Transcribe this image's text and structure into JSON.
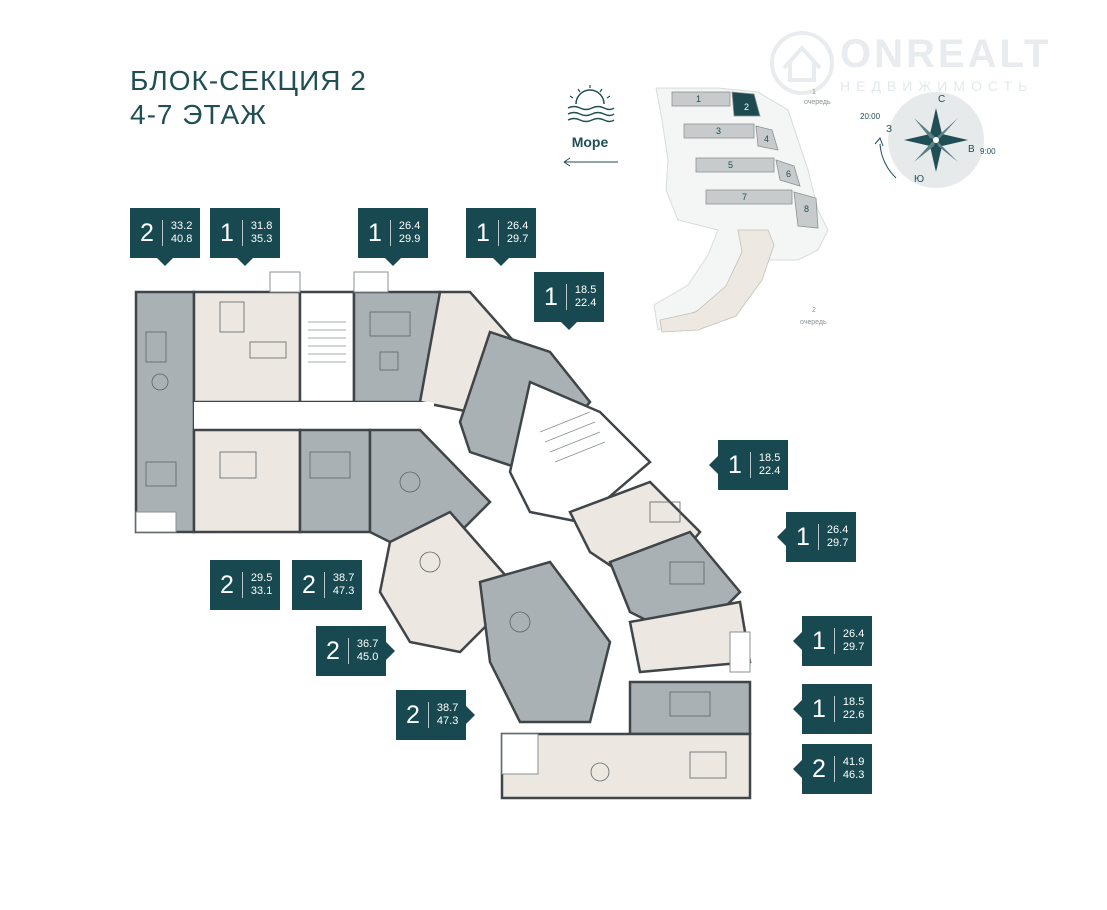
{
  "title_lines": [
    "БЛОК-СЕКЦИЯ 2",
    "4-7 ЭТАЖ"
  ],
  "watermark": {
    "brand": "ONREALT",
    "tagline": "НЕДВИЖИМОСТЬ"
  },
  "sea": {
    "label": "Море",
    "arrow": "←"
  },
  "site_plan": {
    "sections": [
      "1",
      "2",
      "3",
      "4",
      "5",
      "6",
      "7",
      "8"
    ],
    "highlighted_section": "2",
    "queue_1": "1 очередь",
    "queue_1_num": "1",
    "queue_1_word": "очередь",
    "queue_2_num": "2",
    "queue_2_word": "очередь"
  },
  "compass": {
    "north": "С",
    "south": "Ю",
    "west": "З",
    "east": "В",
    "sunset_time": "20:00",
    "sunrise_time": "9:00"
  },
  "apartments": [
    {
      "rooms": "2",
      "living": "33.2",
      "total": "40.8"
    },
    {
      "rooms": "1",
      "living": "31.8",
      "total": "35.3"
    },
    {
      "rooms": "1",
      "living": "26.4",
      "total": "29.9"
    },
    {
      "rooms": "1",
      "living": "26.4",
      "total": "29.7"
    },
    {
      "rooms": "1",
      "living": "18.5",
      "total": "22.4"
    },
    {
      "rooms": "1",
      "living": "18.5",
      "total": "22.4"
    },
    {
      "rooms": "1",
      "living": "26.4",
      "total": "29.7"
    },
    {
      "rooms": "1",
      "living": "26.4",
      "total": "29.7"
    },
    {
      "rooms": "1",
      "living": "18.5",
      "total": "22.6"
    },
    {
      "rooms": "2",
      "living": "41.9",
      "total": "46.3"
    },
    {
      "rooms": "2",
      "living": "29.5",
      "total": "33.1"
    },
    {
      "rooms": "2",
      "living": "38.7",
      "total": "47.3"
    },
    {
      "rooms": "2",
      "living": "36.7",
      "total": "45.0"
    },
    {
      "rooms": "2",
      "living": "38.7",
      "total": "47.3"
    }
  ],
  "colors": {
    "badge": "#184850",
    "unit_dark": "#a9b1b4",
    "unit_light": "#ece8e1",
    "wall": "#3f4548",
    "accent": "#1f4e55"
  }
}
